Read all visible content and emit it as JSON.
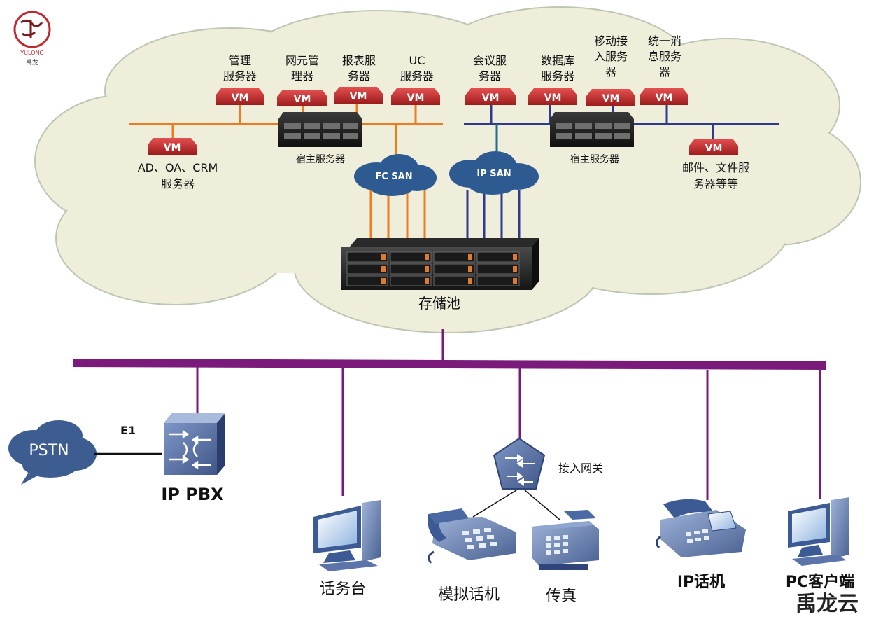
{
  "colors": {
    "cloud_fill": "#eeeedb",
    "cloud_stroke": "#bcc6b2",
    "orange_bus": "#f07a1e",
    "blue_bus": "#2e3a8c",
    "purple_bus": "#7a1a7a",
    "vm_red": "#c42a2a",
    "san_cloud": "#2e5a92"
  },
  "logo": {
    "small_text": "YULONG",
    "caption": "禹龙"
  },
  "vm_label": "VM",
  "servers_left": [
    {
      "label_lines": [
        "管理",
        "服务器"
      ]
    },
    {
      "label_lines": [
        "网元管",
        "理器"
      ]
    },
    {
      "label_lines": [
        "报表服",
        "务器"
      ]
    },
    {
      "label_lines": [
        "UC",
        "服务器"
      ]
    }
  ],
  "server_left_bottom": {
    "label_lines": [
      "AD、OA、CRM",
      "服务器"
    ]
  },
  "servers_right": [
    {
      "label_lines": [
        "会议服",
        "务器"
      ]
    },
    {
      "label_lines": [
        "数据库",
        "服务器"
      ]
    },
    {
      "label_lines": [
        "移动接",
        "入服务",
        "器"
      ]
    },
    {
      "label_lines": [
        "统一消",
        "息服务",
        "器"
      ]
    }
  ],
  "server_right_bottom": {
    "label_lines": [
      "邮件、文件服",
      "务器等等"
    ]
  },
  "host_left_label": "宿主服务器",
  "host_right_label": "宿主服务器",
  "fc_san": "FC SAN",
  "ip_san": "IP SAN",
  "storage_label": "存储池",
  "pstn": "PSTN",
  "e1": "E1",
  "ippbx": "IP PBX",
  "gateway": "接入网关",
  "devices": {
    "console": "话务台",
    "analog_phone": "模拟话机",
    "fax": "传真",
    "ip_phone": "IP话机",
    "pc_client": "PC客户端"
  },
  "watermark": "禹龙云"
}
